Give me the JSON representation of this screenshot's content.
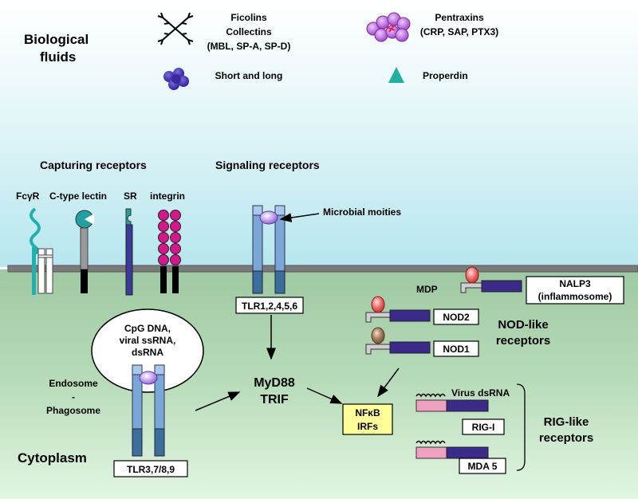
{
  "regions": {
    "fluids_label_1": "Biological",
    "fluids_label_2": "fluids",
    "cytoplasm_label": "Cytoplasm"
  },
  "legend": {
    "ficolins_1": "Ficolins",
    "ficolins_2": "Collectins",
    "ficolins_3": "(MBL, SP-A, SP-D)",
    "pentraxins_1": "Pentraxins",
    "pentraxins_2": "(CRP, SAP, PTX3)",
    "short_long": "Short and long",
    "properdin": "Properdin"
  },
  "headings": {
    "capturing": "Capturing receptors",
    "signaling": "Signaling receptors"
  },
  "capturing_receptors": {
    "fcgr": "FcγR",
    "ctype": "C-type lectin",
    "sr": "SR",
    "integrin": "integrin"
  },
  "signaling": {
    "microbial": "Microbial moities",
    "tlr_surface": "TLR1,2,4,5,6",
    "tlr_endo": "TLR3,7/8,9",
    "endosome_1": "CpG DNA,",
    "endosome_2": "viral ssRNA,",
    "endosome_3": "dsRNA",
    "endo_label_1": "Endosome",
    "endo_label_2": "-",
    "endo_label_3": "Phagosome",
    "myd88_1": "MyD88",
    "myd88_2": "TRIF",
    "nfkb_1": "NFκB",
    "nfkb_2": "IRFs"
  },
  "nod": {
    "mdp": "MDP",
    "nalp3_1": "NALP3",
    "nalp3_2": "(inflammosome)",
    "nod2": "NOD2",
    "nod1": "NOD1",
    "group_1": "NOD-like",
    "group_2": "receptors"
  },
  "rig": {
    "virus": "Virus dsRNA",
    "rigi": "RIG-I",
    "mda5": "MDA 5",
    "group_1": "RIG-like",
    "group_2": "receptors"
  },
  "colors": {
    "membrane": "#7a7a7a",
    "receptor_blue": "#7aa6d8",
    "receptor_dark": "#3b6e9c",
    "purple": "#3a2a8a",
    "teal": "#1a9aa0",
    "magenta": "#d6168c",
    "nfkb_fill": "#ffff99"
  }
}
